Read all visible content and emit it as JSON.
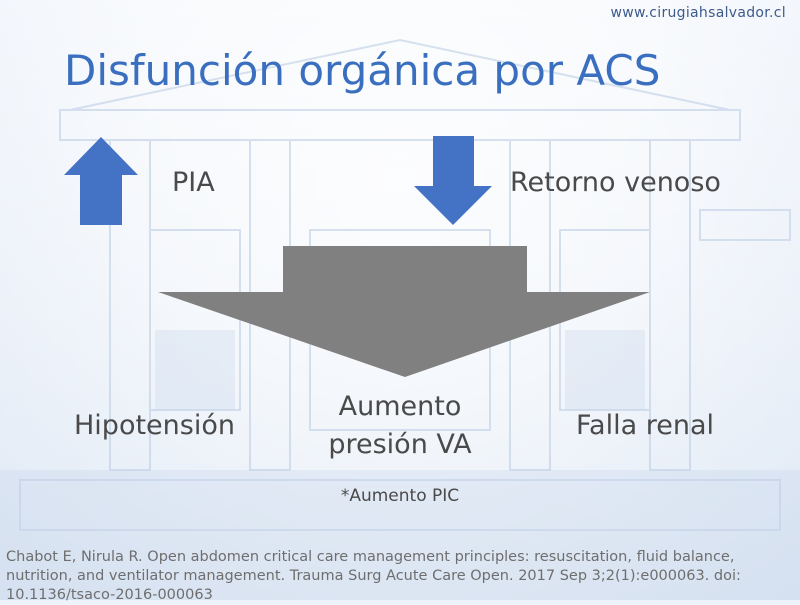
{
  "website": "www.cirugiahsalvador.cl",
  "title": "Disfunción orgánica por ACS",
  "labels": {
    "pia": "PIA",
    "retorno": "Retorno venoso",
    "hipotension": "Hipotensión",
    "aumento_line1": "Aumento",
    "aumento_line2": "presión VA",
    "falla": "Falla renal",
    "pic": "*Aumento PIC"
  },
  "citation": "Chabot E, Nirula R. Open abdomen critical care management principles: resuscitation, fluid balance, nutrition, and ventilator management. Trauma Surg Acute Care Open. 2017 Sep 3;2(1):e000063. doi: 10.1136/tsaco-2016-000063",
  "colors": {
    "title": "#3a6fbf",
    "arrow_blue": "#4472c4",
    "arrow_gray": "#808080"
  },
  "icons": {
    "up_arrow": "up-arrow-icon",
    "down_arrow": "down-arrow-icon",
    "big_arrow": "big-down-arrow-icon"
  }
}
